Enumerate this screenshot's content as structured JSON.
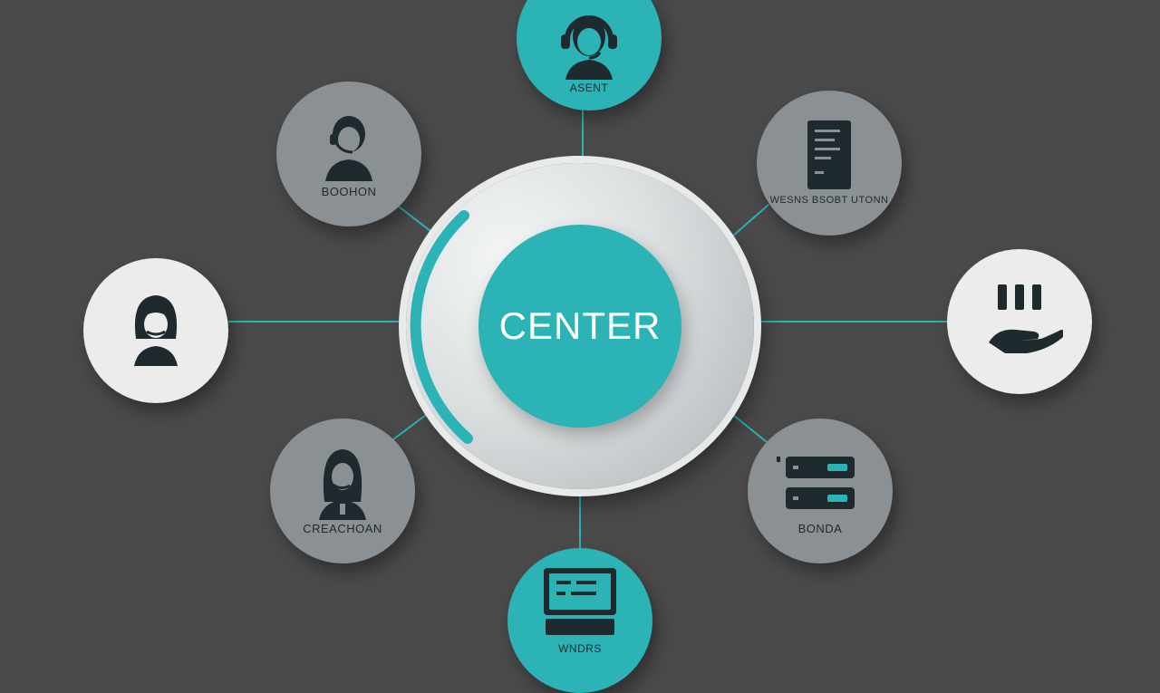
{
  "hub": {
    "label": "CENTER"
  },
  "nodes": {
    "top": {
      "label": "ASENT",
      "icon": "headset-agent-icon",
      "fill": "teal"
    },
    "top_left": {
      "label": "BOOHON",
      "icon": "headset-agent-icon",
      "fill": "gray"
    },
    "top_right": {
      "label": "WESNS BSOBT UTONN",
      "icon": "document-icon",
      "fill": "gray"
    },
    "left": {
      "label": "",
      "icon": "headset-agent-icon",
      "fill": "light"
    },
    "right": {
      "label": "",
      "icon": "hand-support-icon",
      "fill": "light"
    },
    "bottom_left": {
      "label": "CREACHOAN",
      "icon": "headset-agent-icon",
      "fill": "gray"
    },
    "bottom_right": {
      "label": "BONDA",
      "icon": "server-icon",
      "fill": "gray"
    },
    "bottom": {
      "label": "WNDRS",
      "icon": "monitor-icon",
      "fill": "teal"
    }
  },
  "colors": {
    "background": "#4a4a4a",
    "accent": "#2bb3b6",
    "connector": "#2bb3b6",
    "node_gray": "#8a9093",
    "node_light": "#ececec",
    "icon_dark": "#1e2a2e"
  }
}
